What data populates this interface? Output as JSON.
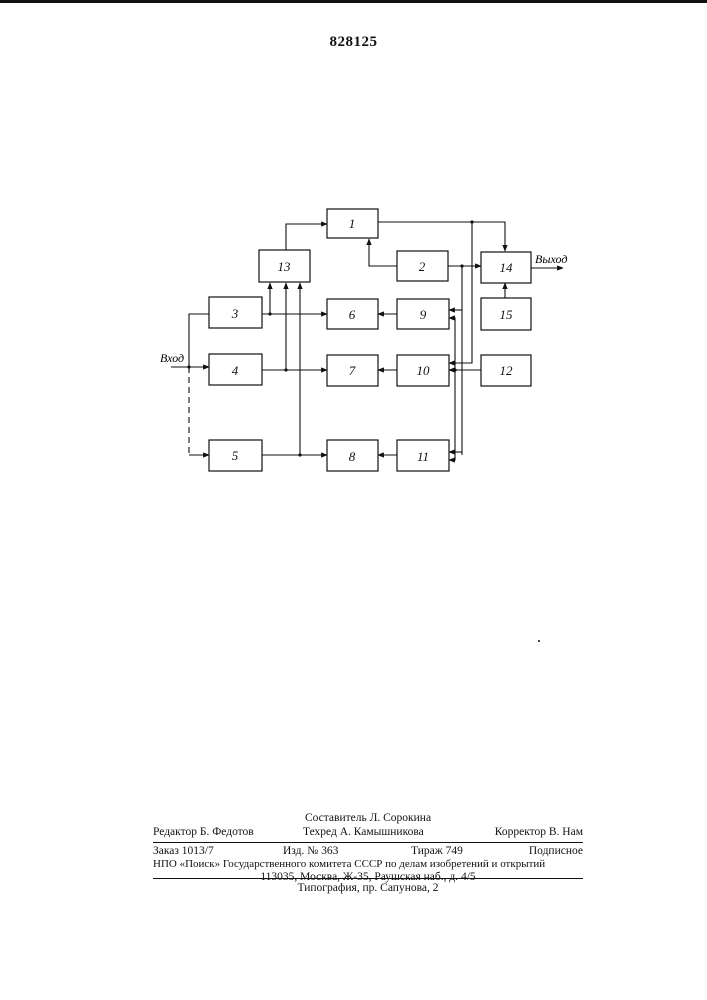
{
  "header": {
    "patent_number": "828125"
  },
  "diagram": {
    "blocks": [
      {
        "id": "1",
        "label": "1"
      },
      {
        "id": "2",
        "label": "2"
      },
      {
        "id": "3",
        "label": "3"
      },
      {
        "id": "4",
        "label": "4"
      },
      {
        "id": "5",
        "label": "5"
      },
      {
        "id": "6",
        "label": "6"
      },
      {
        "id": "7",
        "label": "7"
      },
      {
        "id": "8",
        "label": "8"
      },
      {
        "id": "9",
        "label": "9"
      },
      {
        "id": "10",
        "label": "10"
      },
      {
        "id": "11",
        "label": "11"
      },
      {
        "id": "12",
        "label": "12"
      },
      {
        "id": "13",
        "label": "13"
      },
      {
        "id": "14",
        "label": "14"
      },
      {
        "id": "15",
        "label": "15"
      }
    ],
    "input_label": "Вход",
    "output_label": "Выход"
  },
  "colophon": {
    "compiler": "Составитель Л. Сорокина",
    "editor": "Редактор Б. Федотов",
    "techred": "Техред А. Камышникова",
    "corrector": "Корректор В. Нам",
    "order": "Заказ 1013/7",
    "edition": "Изд. № 363",
    "circulation": "Тираж 749",
    "subscription": "Подписное",
    "org_line": "НПО «Поиск» Государственного комитета СССР по делам изобретений и открытий",
    "address": "113035, Москва, Ж-35, Раушская наб., д. 4/5",
    "printer": "Типография, пр. Сапунова, 2"
  }
}
